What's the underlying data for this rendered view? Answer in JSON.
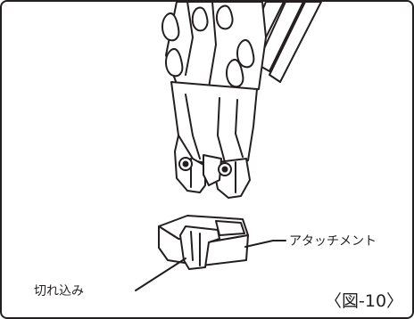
{
  "labels": {
    "attachment": "アタッチメント",
    "notch": "切れ込み"
  },
  "figure_number": "〈図-10〉",
  "colors": {
    "line": "#231f20",
    "background": "#ffffff"
  }
}
